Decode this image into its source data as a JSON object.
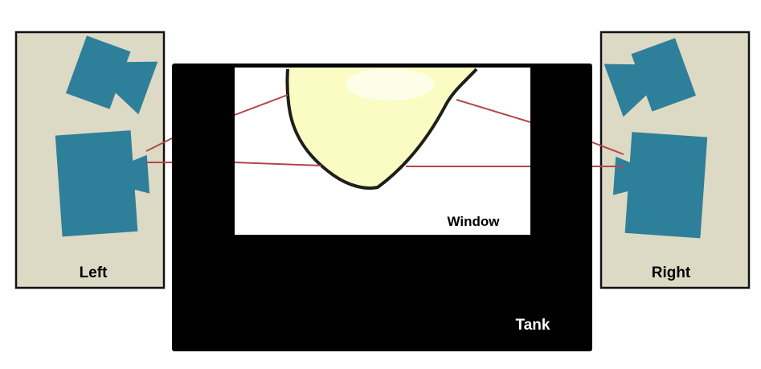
{
  "labels": {
    "left": "Left",
    "right": "Right",
    "window": "Window",
    "tank": "Tank"
  },
  "colors": {
    "panel_fill": "#dcd9c5",
    "panel_border": "#111111",
    "camera": "#2e7f99",
    "tank": "#000000",
    "window": "#ffffff",
    "ray": "#b0474a",
    "droplet_fill": "#fbfcc3",
    "droplet_outline": "#1f1f1a",
    "label_dark": "#000000",
    "label_light": "#ffffff"
  },
  "icons": [
    "camera-icon",
    "droplet-shape"
  ]
}
